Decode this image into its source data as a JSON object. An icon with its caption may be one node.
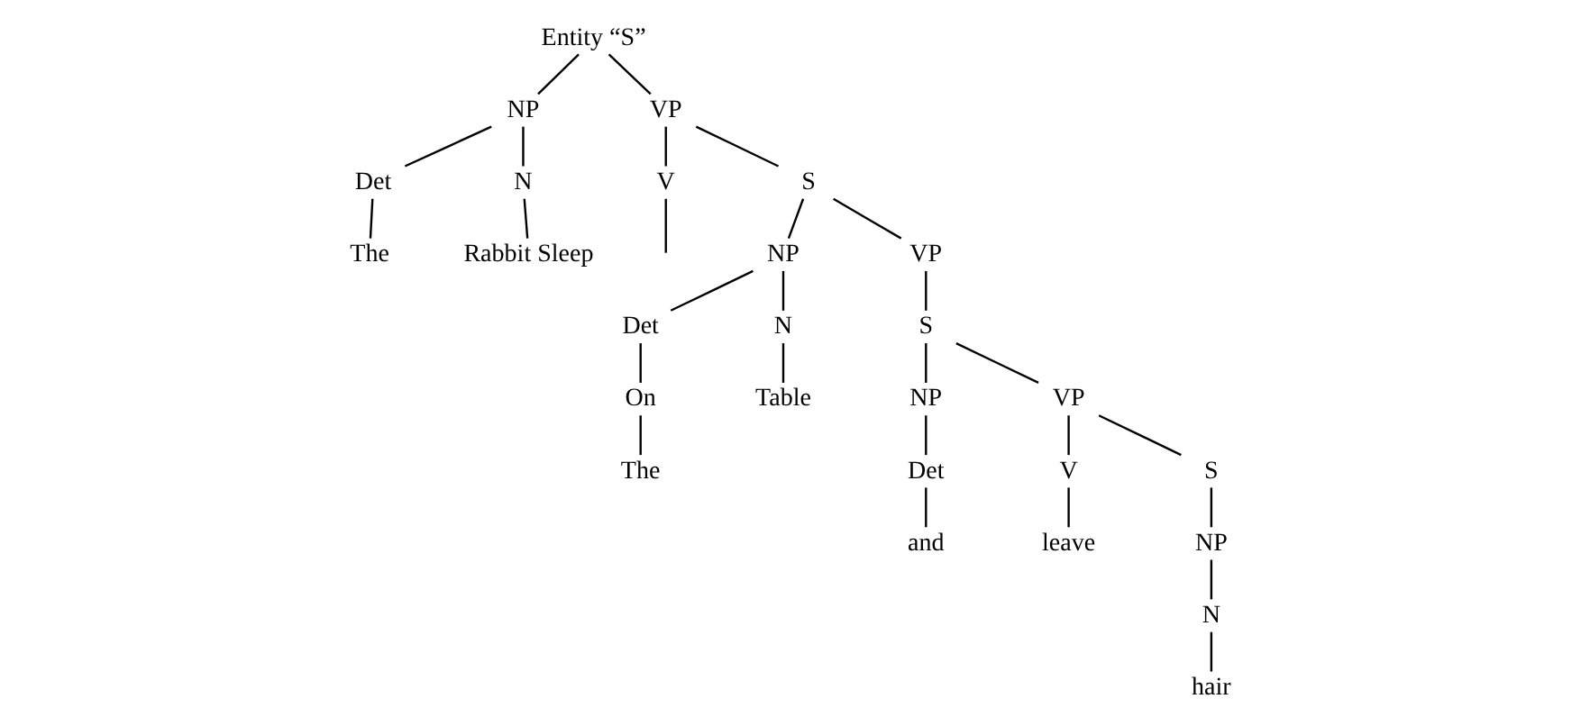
{
  "diagram": {
    "nodes": [
      {
        "text": [
          "Entity “S”"
        ]
      },
      {
        "text": [
          "NP"
        ]
      },
      {
        "text": [
          "VP"
        ]
      },
      {
        "text": [
          "Det"
        ]
      },
      {
        "text": [
          "N"
        ]
      },
      {
        "text": [
          "V"
        ]
      },
      {
        "text": [
          "S"
        ]
      },
      {
        "text": [
          "The"
        ]
      },
      {
        "text": [
          "Rabbit Sleep"
        ]
      },
      {
        "text": [
          "NP"
        ]
      },
      {
        "text": [
          "VP"
        ]
      },
      {
        "text": [
          "Det"
        ]
      },
      {
        "text": [
          "N"
        ]
      },
      {
        "text": [
          "S"
        ]
      },
      {
        "text": [
          "On"
        ]
      },
      {
        "text": [
          "Table"
        ]
      },
      {
        "text": [
          "NP"
        ]
      },
      {
        "text": [
          "VP"
        ]
      },
      {
        "text": [
          "The"
        ]
      },
      {
        "text": [
          "Det"
        ]
      },
      {
        "text": [
          "V"
        ]
      },
      {
        "text": [
          "S"
        ]
      },
      {
        "text": [
          "and"
        ]
      },
      {
        "text": [
          "leave"
        ]
      },
      {
        "text": [
          "NP"
        ]
      },
      {
        "text": [
          "N"
        ]
      },
      {
        "text": [
          "hair"
        ]
      }
    ],
    "edges": [
      {
        "from": 0,
        "to": 1,
        "arrow": "none"
      },
      {
        "from": 0,
        "to": 2,
        "arrow": "none"
      },
      {
        "from": 1,
        "to": 3,
        "arrow": "none"
      },
      {
        "from": 1,
        "to": 4,
        "arrow": "none"
      },
      {
        "from": 3,
        "to": 7,
        "arrow": "none"
      },
      {
        "from": 4,
        "to": 8,
        "arrow": "none"
      },
      {
        "from": 2,
        "to": 5,
        "arrow": "none"
      },
      {
        "from": 2,
        "to": 6,
        "arrow": "none"
      },
      {
        "from": 5,
        "to": null,
        "arrow": "none"
      },
      {
        "from": 6,
        "to": 9,
        "arrow": "none"
      },
      {
        "from": 6,
        "to": 10,
        "arrow": "none"
      },
      {
        "from": 9,
        "to": 11,
        "arrow": "none"
      },
      {
        "from": 9,
        "to": 12,
        "arrow": "none"
      },
      {
        "from": 11,
        "to": 14,
        "arrow": "none"
      },
      {
        "from": 14,
        "to": 18,
        "arrow": "none"
      },
      {
        "from": 12,
        "to": 15,
        "arrow": "none"
      },
      {
        "from": 10,
        "to": 13,
        "arrow": "none"
      },
      {
        "from": 13,
        "to": 16,
        "arrow": "none"
      },
      {
        "from": 13,
        "to": 17,
        "arrow": "none"
      },
      {
        "from": 16,
        "to": 19,
        "arrow": "none"
      },
      {
        "from": 19,
        "to": 22,
        "arrow": "none"
      },
      {
        "from": 17,
        "to": 20,
        "arrow": "none"
      },
      {
        "from": 17,
        "to": 21,
        "arrow": "none"
      },
      {
        "from": 20,
        "to": 23,
        "arrow": "none"
      },
      {
        "from": 21,
        "to": 24,
        "arrow": "none"
      },
      {
        "from": 24,
        "to": 25,
        "arrow": "none"
      },
      {
        "from": 25,
        "to": 26,
        "arrow": "none"
      }
    ]
  }
}
